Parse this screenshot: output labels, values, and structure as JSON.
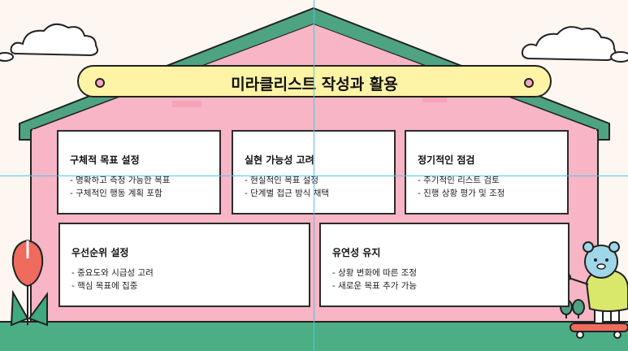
{
  "title": "미라클리스트 작성과 활용",
  "cards": [
    {
      "title": "구체적 목표 설정",
      "items": [
        "- 명확하고 측정 가능한 목표",
        "- 구체적인 행동 계획 포함"
      ]
    },
    {
      "title": "실현 가능성 고려",
      "items": [
        "- 현실적인 목표 설정",
        "- 단계별 접근 방식 채택"
      ]
    },
    {
      "title": "정기적인 점검",
      "items": [
        "- 주기적인 리스트 검토",
        "- 진행 상황 평가 및 조정"
      ]
    },
    {
      "title": "우선순위 설정",
      "items": [
        "- 중요도와 시급성 고려",
        "- 핵심 목표에 집중"
      ]
    },
    {
      "title": "유연성 유지",
      "items": [
        "- 상황 변화에 따른 조정",
        "- 새로운 목표 추가 가능"
      ]
    }
  ],
  "colors": {
    "background": "#fdf6f1",
    "house_pink": "#f7b5c6",
    "roof_green": "#4ea383",
    "ground_green": "#4cae84",
    "banner_yellow": "#fff3a6",
    "guide_cyan": "#4fc8e8"
  },
  "icons": [
    "cloud-icon",
    "cloud-icon",
    "tulip-icon",
    "tree-icon",
    "tree-icon",
    "bear-character-icon",
    "skateboard-icon"
  ]
}
